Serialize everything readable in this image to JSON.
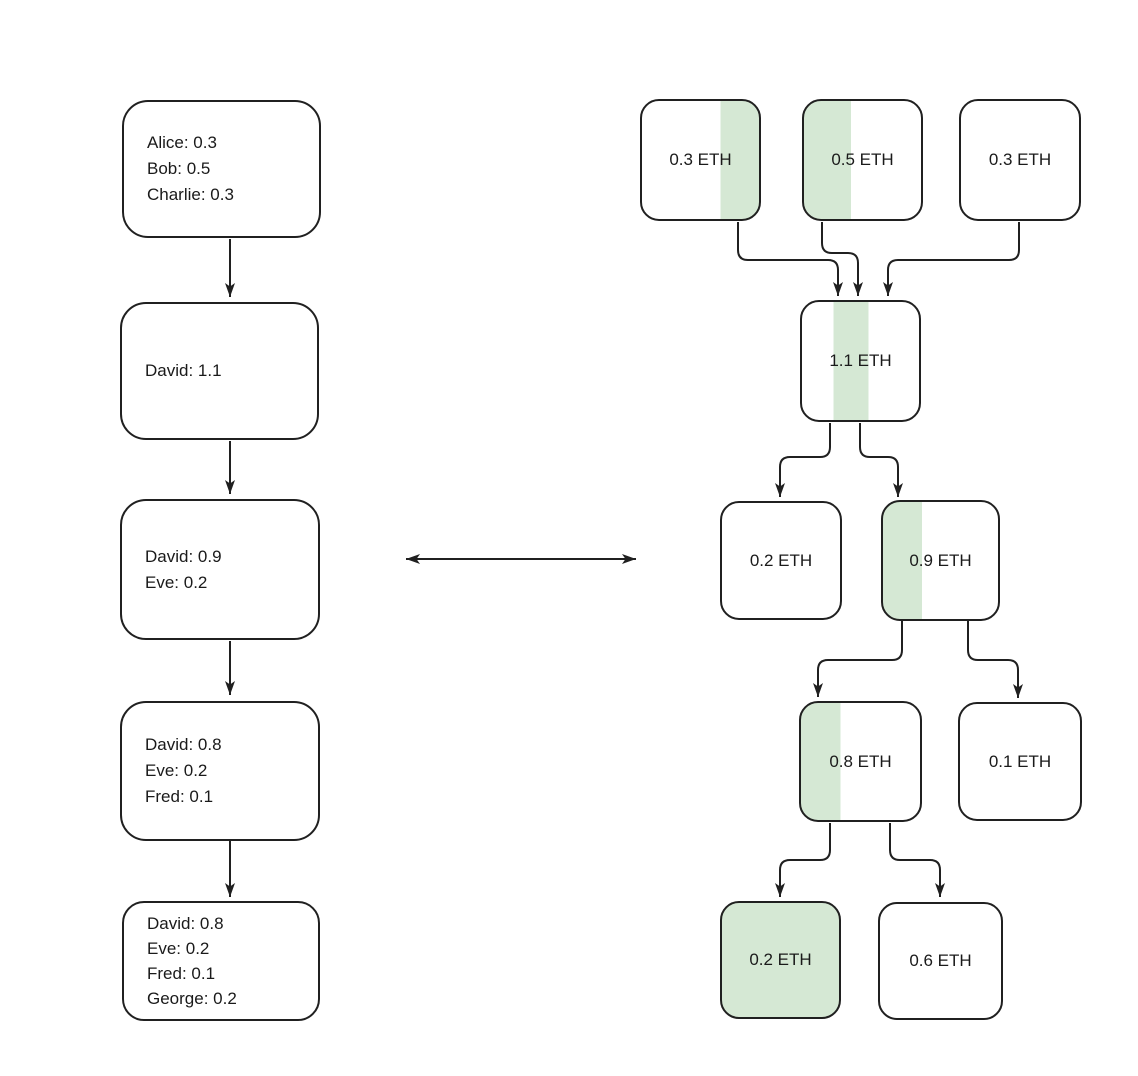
{
  "colors": {
    "background": "#ffffff",
    "box_border": "#202020",
    "box_fill": "#ffffff",
    "utxo_spent_fill": "#d5e8d4",
    "arrow": "#202020",
    "text": "#1a1a1a"
  },
  "account_model": {
    "boxes": [
      {
        "lines": [
          "Alice: 0.3",
          "Bob: 0.5",
          "Charlie: 0.3"
        ]
      },
      {
        "lines": [
          "David: 1.1"
        ]
      },
      {
        "lines": [
          "David: 0.9",
          "Eve: 0.2"
        ]
      },
      {
        "lines": [
          "David: 0.8",
          "Eve: 0.2",
          "Fred: 0.1"
        ]
      },
      {
        "lines": [
          "David: 0.8",
          "Eve: 0.2",
          "Fred: 0.1",
          "George: 0.2"
        ]
      }
    ]
  },
  "utxo_model": {
    "boxes": [
      {
        "label": "0.3 ETH",
        "shade_from": 67,
        "shade_to": 100
      },
      {
        "label": "0.5 ETH",
        "shade_from": 0,
        "shade_to": 40
      },
      {
        "label": "0.3 ETH",
        "shade_from": 0,
        "shade_to": 0
      },
      {
        "label": "1.1 ETH",
        "shade_from": 27,
        "shade_to": 57
      },
      {
        "label": "0.2 ETH",
        "shade_from": 0,
        "shade_to": 0
      },
      {
        "label": "0.9 ETH",
        "shade_from": 0,
        "shade_to": 34
      },
      {
        "label": "0.8 ETH",
        "shade_from": 0,
        "shade_to": 33
      },
      {
        "label": "0.1 ETH",
        "shade_from": 0,
        "shade_to": 0
      },
      {
        "label": "0.2 ETH",
        "shade_from": 0,
        "shade_to": 100
      },
      {
        "label": "0.6 ETH",
        "shade_from": 0,
        "shade_to": 0
      }
    ]
  }
}
